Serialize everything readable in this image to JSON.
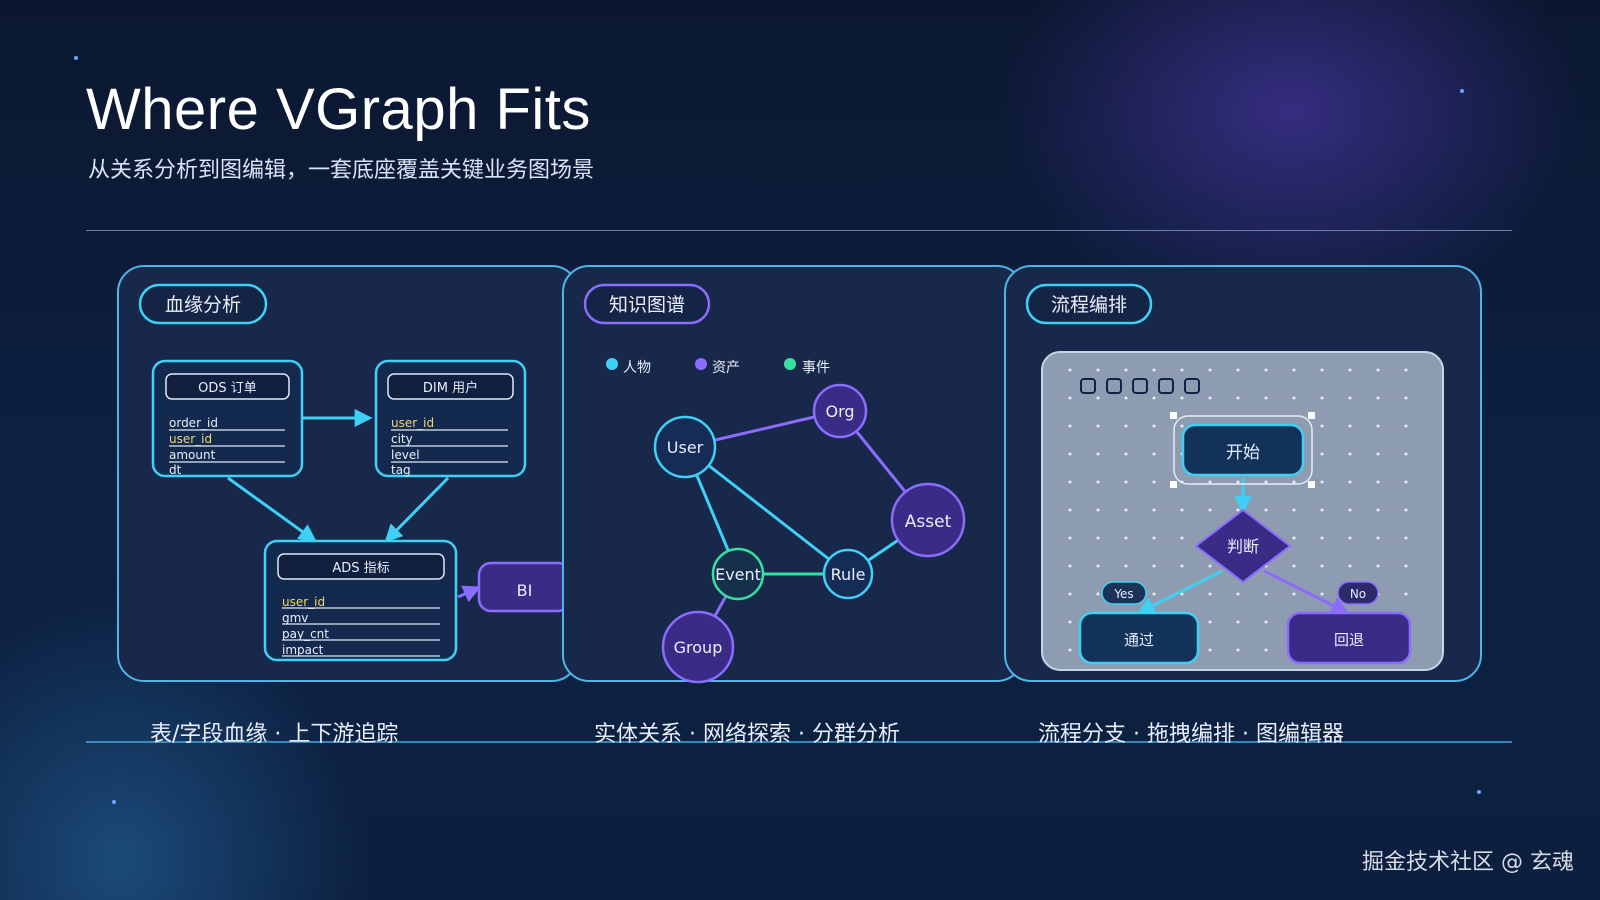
{
  "title": "Where VGraph Fits",
  "subtitle": "从关系分析到图编辑，一套底座覆盖关键业务图场景",
  "colors": {
    "cyan": "#3fd0f5",
    "purple": "#8a6cff",
    "green": "#35e0a0",
    "panel_bg": "#18284a",
    "canvas_bg": "#8d9cb0"
  },
  "lineage": {
    "tag": "血缘分析",
    "ods": {
      "header": "ODS 订单",
      "fields": [
        "order_id",
        "user_id",
        "amount",
        "dt"
      ]
    },
    "dim": {
      "header": "DIM 用户",
      "fields": [
        "user_id",
        "city",
        "level",
        "tag"
      ]
    },
    "ads": {
      "header": "ADS 指标",
      "fields": [
        "user_id",
        "gmv",
        "pay_cnt",
        "impact"
      ]
    },
    "bi": "BI",
    "caption": "表/字段血缘 · 上下游追踪"
  },
  "knowledge": {
    "tag": "知识图谱",
    "legend": [
      {
        "label": "人物",
        "color": "#3fd0f5"
      },
      {
        "label": "资产",
        "color": "#8a6cff"
      },
      {
        "label": "事件",
        "color": "#35e0a0"
      }
    ],
    "nodes": {
      "user": "User",
      "org": "Org",
      "asset": "Asset",
      "event": "Event",
      "rule": "Rule",
      "group": "Group"
    },
    "caption": "实体关系 · 网络探索 · 分群分析"
  },
  "flow": {
    "tag": "流程编排",
    "start": "开始",
    "decision": "判断",
    "yes": "Yes",
    "no": "No",
    "pass": "通过",
    "reject": "回退",
    "caption": "流程分支 · 拖拽编排 · 图编辑器"
  },
  "watermark": "掘金技术社区 @ 玄魂"
}
